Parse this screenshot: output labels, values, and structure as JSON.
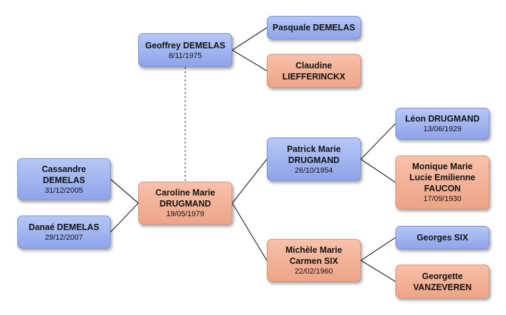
{
  "people": {
    "geoffrey": {
      "name": [
        "Geoffrey DEMELAS"
      ],
      "date": "8/11/1975",
      "sex": "male"
    },
    "pasquale": {
      "name": [
        "Pasquale DEMELAS"
      ],
      "date": "",
      "sex": "male"
    },
    "claudine": {
      "name": [
        "Claudine",
        "LIEFFERINCKX"
      ],
      "date": "",
      "sex": "female"
    },
    "cassandre": {
      "name": [
        "Cassandre",
        "DEMELAS"
      ],
      "date": "31/12/2005",
      "sex": "male"
    },
    "danae": {
      "name": [
        "Danaé DEMELAS"
      ],
      "date": "29/12/2007",
      "sex": "male"
    },
    "caroline": {
      "name": [
        "Caroline Marie",
        "DRUGMAND"
      ],
      "date": "19/05/1979",
      "sex": "female"
    },
    "patrick": {
      "name": [
        "Patrick Marie",
        "DRUGMAND"
      ],
      "date": "26/10/1954",
      "sex": "male"
    },
    "michele": {
      "name": [
        "Michèle Marie",
        "Carmen SIX"
      ],
      "date": "22/02/1960",
      "sex": "female"
    },
    "leon": {
      "name": [
        "Léon DRUGMAND"
      ],
      "date": "13/06/1929",
      "sex": "male"
    },
    "monique": {
      "name": [
        "Monique Marie",
        "Lucie Emilienne",
        "FAUCON"
      ],
      "date": "17/09/1930",
      "sex": "female"
    },
    "georges": {
      "name": [
        "Georges SIX"
      ],
      "date": "",
      "sex": "male"
    },
    "georgette": {
      "name": [
        "Georgette",
        "VANZEVEREN"
      ],
      "date": "",
      "sex": "female"
    }
  },
  "colors": {
    "male": "#8ea4ea",
    "female": "#eea487",
    "line": "#222222"
  }
}
